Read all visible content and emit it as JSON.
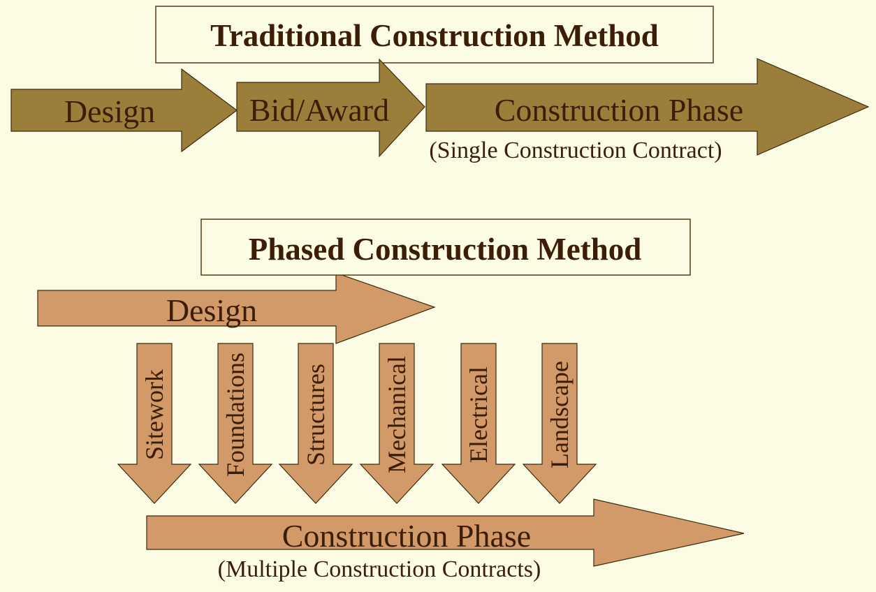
{
  "colors": {
    "background": "#FCFBE3",
    "traditional_arrow": "#9A7E3A",
    "phased_arrow": "#D19A68",
    "text": "#3C1E08"
  },
  "traditional": {
    "title": "Traditional Construction Method",
    "steps": [
      {
        "label": "Design"
      },
      {
        "label": "Bid/Award"
      },
      {
        "label": "Construction Phase",
        "sublabel": "(Single Construction Contract)"
      }
    ]
  },
  "phased": {
    "title": "Phased Construction Method",
    "design_label": "Design",
    "packages": [
      "Sitework",
      "Foundations",
      "Structures",
      "Mechanical",
      "Electrical",
      "Landscape"
    ],
    "construction_label": "Construction Phase",
    "construction_sublabel": "(Multiple Construction Contracts)"
  }
}
